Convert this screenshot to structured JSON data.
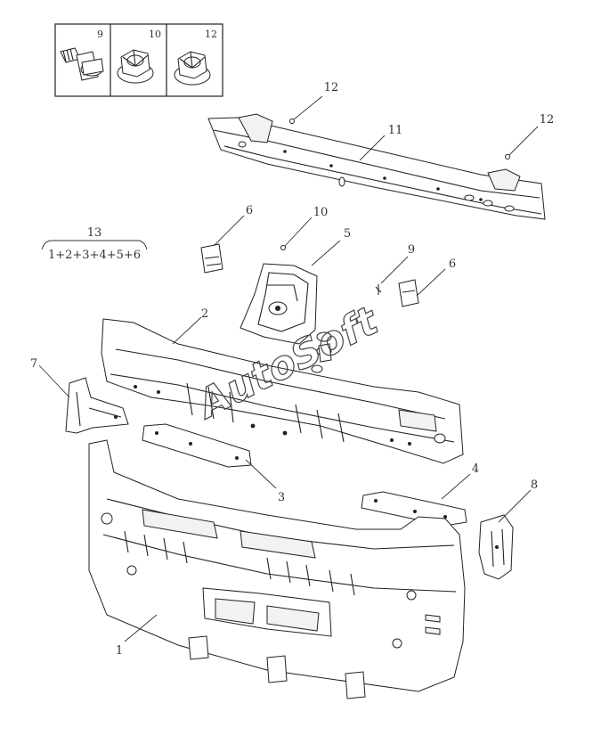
{
  "watermark": "AutoSoft",
  "fastener_box": [
    {
      "number": "9",
      "icon": "flange-bolt-icon"
    },
    {
      "number": "10",
      "icon": "flange-nut-icon"
    },
    {
      "number": "12",
      "icon": "flange-nut-icon"
    }
  ],
  "group": {
    "number": "13",
    "formula": "1+2+3+4+5+6"
  },
  "callouts": [
    {
      "number": "12"
    },
    {
      "number": "11"
    },
    {
      "number": "12"
    },
    {
      "number": "6"
    },
    {
      "number": "10"
    },
    {
      "number": "5"
    },
    {
      "number": "9"
    },
    {
      "number": "6"
    },
    {
      "number": "2"
    },
    {
      "number": "7"
    },
    {
      "number": "3"
    },
    {
      "number": "4"
    },
    {
      "number": "8"
    },
    {
      "number": "1"
    }
  ]
}
